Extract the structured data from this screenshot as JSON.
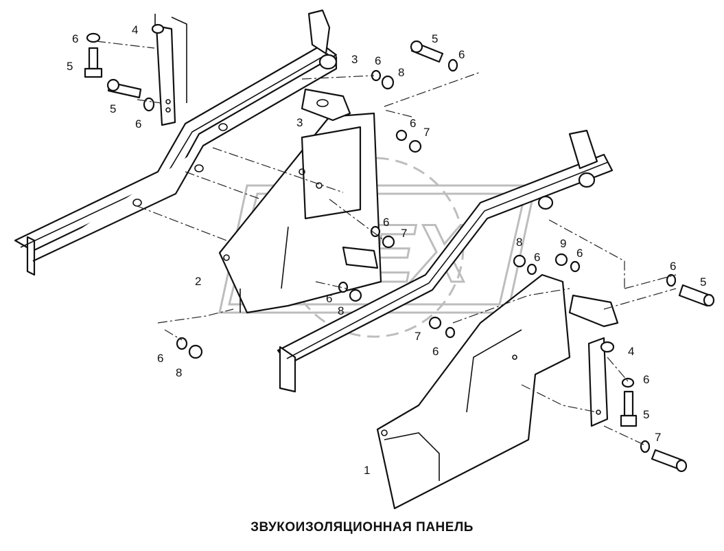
{
  "caption": "ЗВУКОИЗОЛЯЦИОННАЯ ПАНЕЛЬ",
  "watermark": "OPEX",
  "callouts": [
    "1",
    "2",
    "3",
    "3",
    "4",
    "4",
    "5",
    "5",
    "5",
    "5",
    "5",
    "6",
    "6",
    "6",
    "6",
    "6",
    "6",
    "6",
    "6",
    "6",
    "6",
    "6",
    "6",
    "6",
    "7",
    "7",
    "7",
    "7",
    "8",
    "8",
    "8",
    "8",
    "9"
  ]
}
